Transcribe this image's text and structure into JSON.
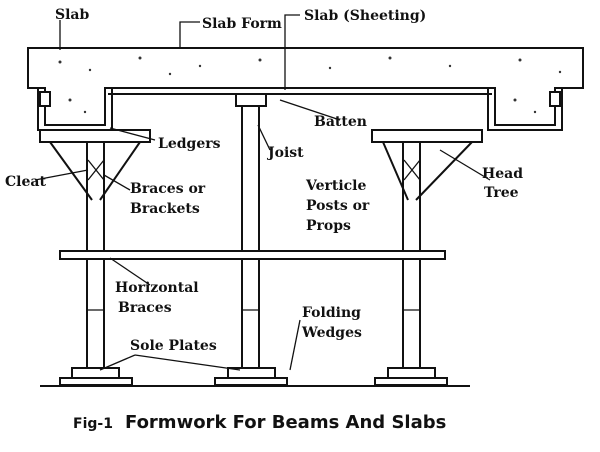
{
  "labels": {
    "slab": "Slab",
    "slab_form": "Slab Form",
    "slab_sheeting": "Slab (Sheeting)",
    "batten": "Batten",
    "ledgers": "Ledgers",
    "joist": "Joist",
    "cleat": "Cleat",
    "braces_line1": "Braces or",
    "braces_line2": "Brackets",
    "posts_line1": "Verticle",
    "posts_line2": "Posts or",
    "posts_line3": "Props",
    "head_tree_line1": "Head",
    "head_tree_line2": "Tree",
    "horizontal_line1": "Horizontal",
    "horizontal_line2": "Braces",
    "folding_line1": "Folding",
    "folding_line2": "Wedges",
    "sole_plates": "Sole Plates"
  },
  "caption": {
    "prefix": "Fig-1",
    "title": "Formwork For Beams And Slabs"
  }
}
